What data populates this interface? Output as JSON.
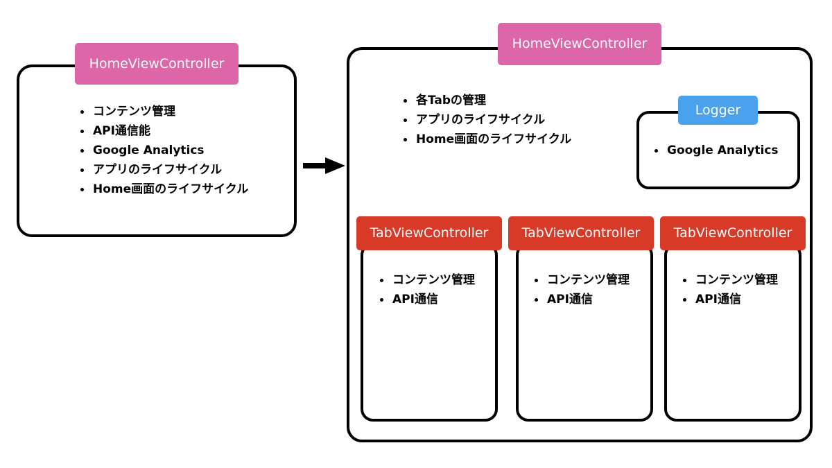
{
  "before": {
    "title": "HomeViewController",
    "items": [
      "コンテンツ管理",
      "API通信能",
      "Google Analytics",
      "アプリのライフサイクル",
      "Home画面のライフサイクル"
    ]
  },
  "after": {
    "title": "HomeViewController",
    "items": [
      "各Tabの管理",
      "アプリのライフサイクル",
      "Home画面のライフサイクル"
    ],
    "logger": {
      "title": "Logger",
      "items": [
        "Google Analytics"
      ]
    },
    "tabs": [
      {
        "title": "TabViewController",
        "items": [
          "コンテンツ管理",
          "API通信"
        ]
      },
      {
        "title": "TabViewController",
        "items": [
          "コンテンツ管理",
          "API通信"
        ]
      },
      {
        "title": "TabViewController",
        "items": [
          "コンテンツ管理",
          "API通信"
        ]
      }
    ]
  },
  "colors": {
    "home_tag": "#dc66a8",
    "tab_tag": "#d83a28",
    "logger_tag": "#4aa2ee"
  },
  "icons": {
    "transition": "right-arrow-icon"
  }
}
